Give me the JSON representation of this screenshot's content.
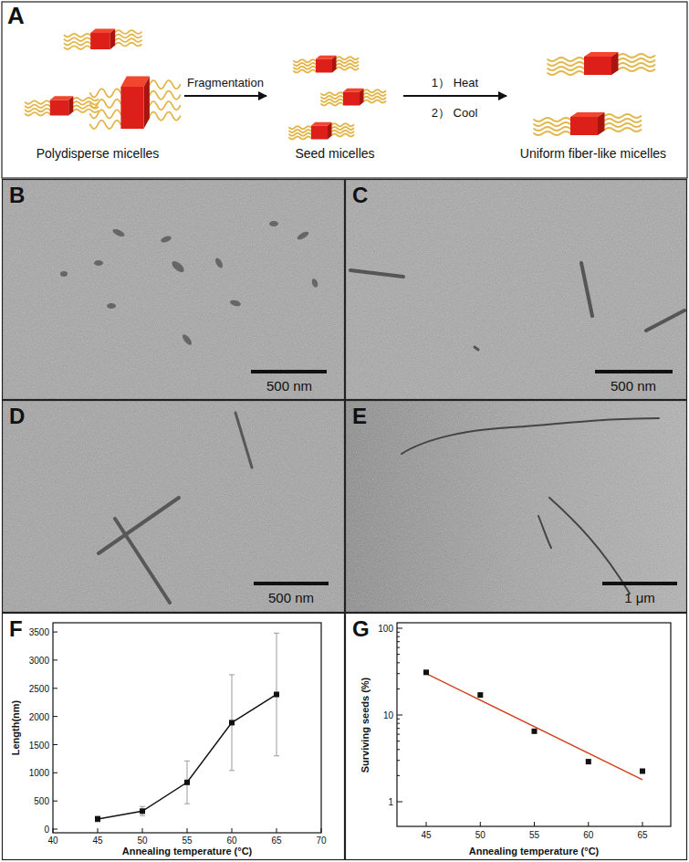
{
  "diagram": {
    "nodes": [
      {
        "text": [
          "Polydisperse micelles"
        ]
      },
      {
        "text": [
          "Seed micelles"
        ]
      },
      {
        "text": [
          "Uniform fiber-like micelles"
        ]
      }
    ],
    "edges": [
      {
        "from": 0,
        "to": 1,
        "arrow": "to",
        "label": "Fragmentation"
      },
      {
        "from": 1,
        "to": 2,
        "arrow": "to",
        "label": "1） Heat"
      }
    ],
    "labels": [
      "A",
      "B",
      "C",
      "D",
      "E",
      "F",
      "G",
      "2） Cool",
      "500 nm",
      "500 nm",
      "500 nm",
      "1 μm",
      "Length(nm)",
      "Annealing temperature (°C)",
      "0",
      "500",
      "1000",
      "1500",
      "2000",
      "2500",
      "3000",
      "3500",
      "40",
      "45",
      "50",
      "55",
      "60",
      "65",
      "70",
      "Surviving seeds (%)",
      "Annealing temperature (°C)",
      "1",
      "10",
      "100",
      "45",
      "50",
      "55",
      "60",
      "65"
    ]
  }
}
